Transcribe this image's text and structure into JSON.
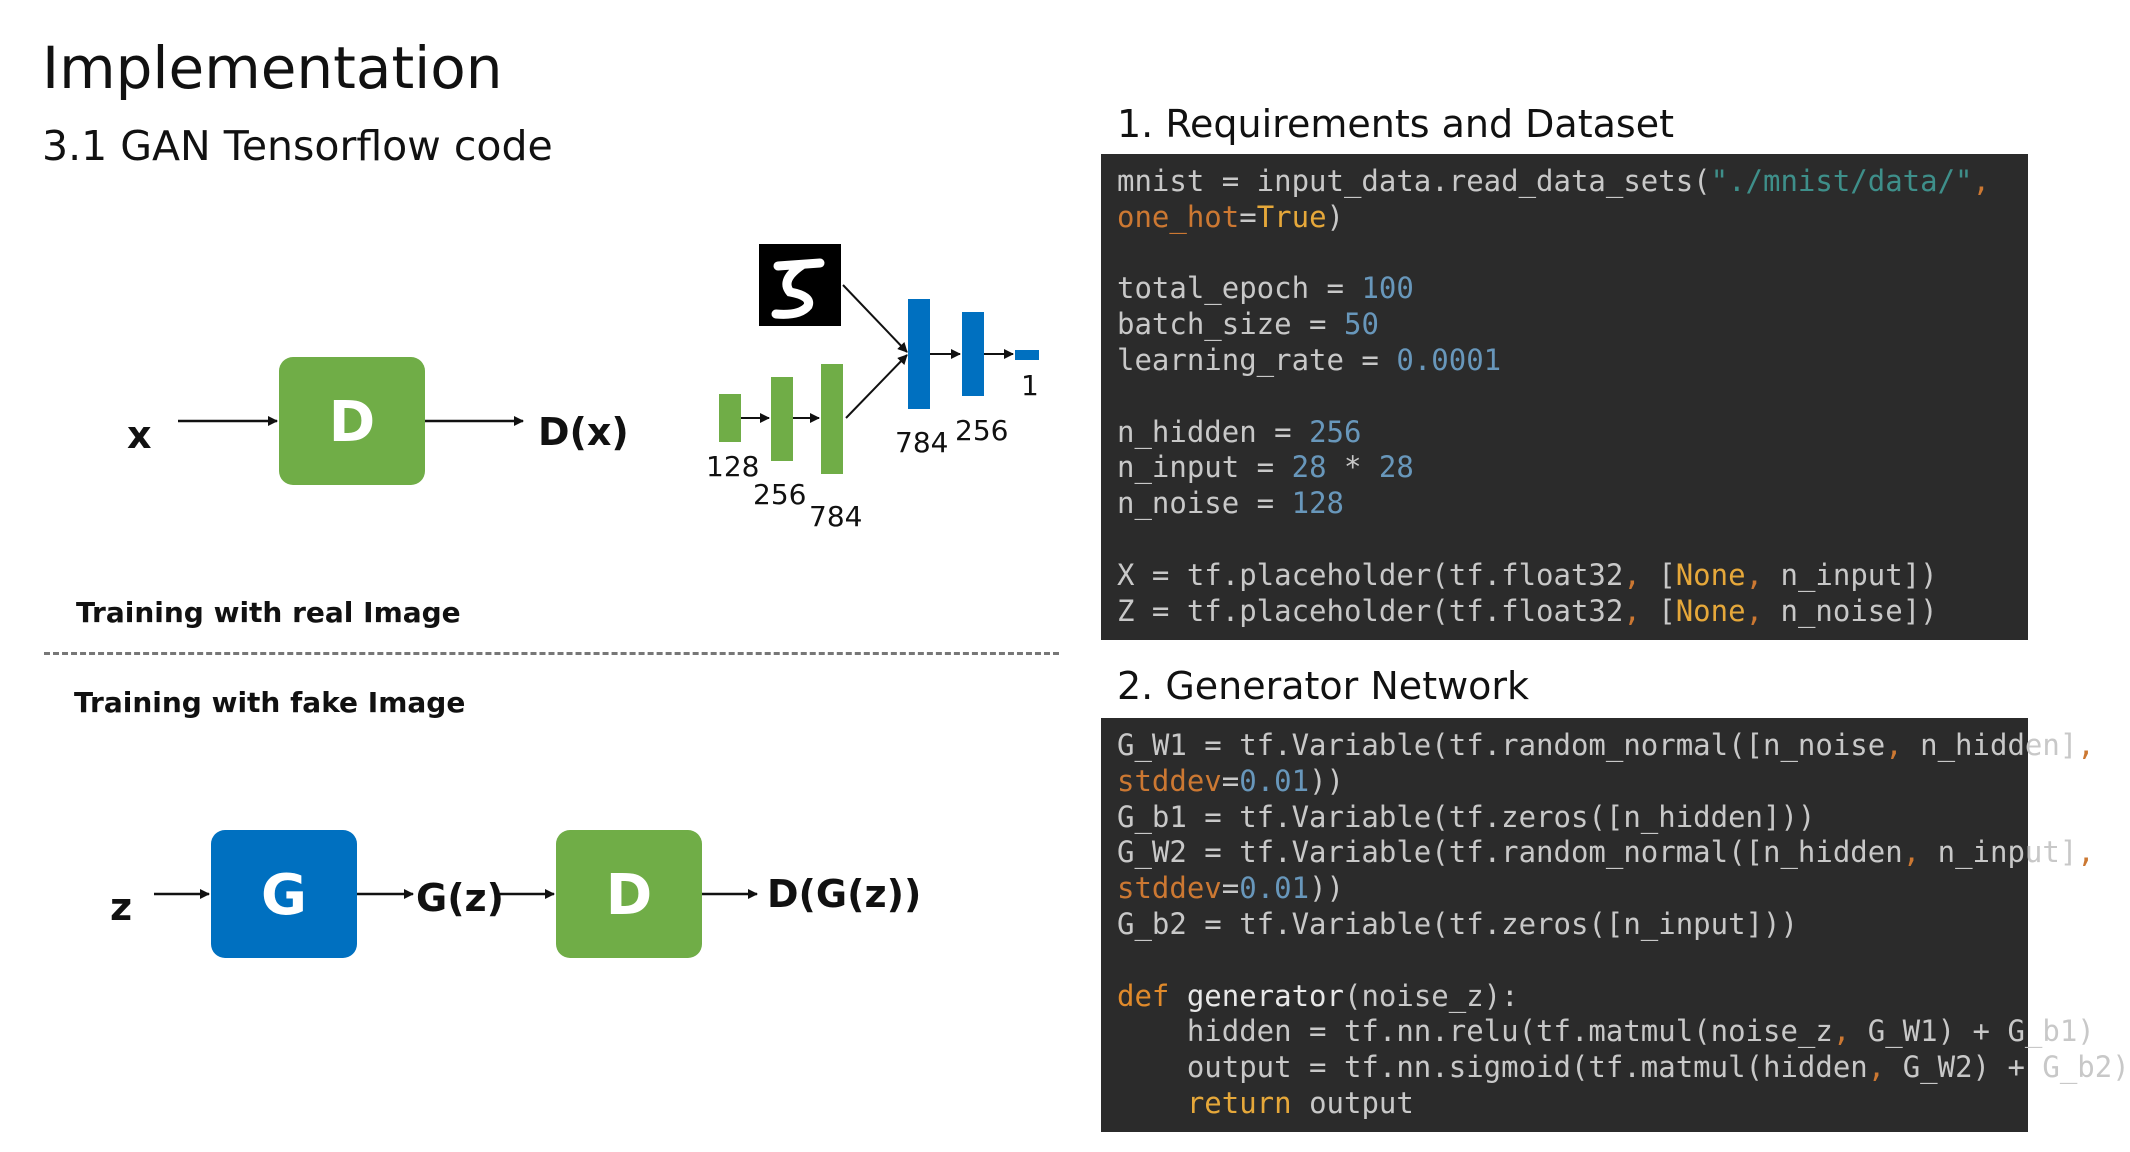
{
  "slide": {
    "title": "Implementation",
    "subtitle": "3.1 GAN Tensorflow code"
  },
  "diagram": {
    "real": {
      "input_label": "x",
      "block_label": "D",
      "output_label": "D(x)",
      "caption": "Training with real Image"
    },
    "fake": {
      "input_label": "z",
      "g_block_label": "G",
      "mid_label": "G(z)",
      "d_block_label": "D",
      "output_label": "D(G(z))",
      "caption": "Training with fake Image"
    },
    "network": {
      "gen_layer_labels": [
        "128",
        "256",
        "784"
      ],
      "disc_layer_labels": [
        "784",
        "256",
        "1"
      ]
    },
    "colors": {
      "green": "#70ad47",
      "blue": "#0070c0"
    }
  },
  "sections": {
    "requirements": {
      "title": "1. Requirements and Dataset",
      "lines": [
        [
          {
            "t": "mnist = input_data.read_data_sets(",
            "c": ""
          },
          {
            "t": "\"./mnist/data/\"",
            "c": "k-str"
          },
          {
            "t": ",",
            "c": "k-kw"
          }
        ],
        [
          {
            "t": "one_hot",
            "c": "k-kw"
          },
          {
            "t": "=",
            "c": ""
          },
          {
            "t": "True",
            "c": "k-orange"
          },
          {
            "t": ")",
            "c": ""
          }
        ],
        [],
        [
          {
            "t": "total_epoch = ",
            "c": ""
          },
          {
            "t": "100",
            "c": "k-num"
          }
        ],
        [
          {
            "t": "batch_size = ",
            "c": ""
          },
          {
            "t": "50",
            "c": "k-num"
          }
        ],
        [
          {
            "t": "learning_rate = ",
            "c": ""
          },
          {
            "t": "0.0001",
            "c": "k-num"
          }
        ],
        [],
        [
          {
            "t": "n_hidden = ",
            "c": ""
          },
          {
            "t": "256",
            "c": "k-num"
          }
        ],
        [
          {
            "t": "n_input = ",
            "c": ""
          },
          {
            "t": "28",
            "c": "k-num"
          },
          {
            "t": " * ",
            "c": ""
          },
          {
            "t": "28",
            "c": "k-num"
          }
        ],
        [
          {
            "t": "n_noise = ",
            "c": ""
          },
          {
            "t": "128",
            "c": "k-num"
          }
        ],
        [],
        [
          {
            "t": "X = tf.placeholder(tf.float32",
            "c": ""
          },
          {
            "t": ", ",
            "c": "k-kw"
          },
          {
            "t": "[",
            "c": ""
          },
          {
            "t": "None",
            "c": "k-orange"
          },
          {
            "t": ", ",
            "c": "k-kw"
          },
          {
            "t": "n_input])",
            "c": ""
          }
        ],
        [
          {
            "t": "Z = tf.placeholder(tf.float32",
            "c": ""
          },
          {
            "t": ", ",
            "c": "k-kw"
          },
          {
            "t": "[",
            "c": ""
          },
          {
            "t": "None",
            "c": "k-orange"
          },
          {
            "t": ", ",
            "c": "k-kw"
          },
          {
            "t": "n_noise])",
            "c": ""
          }
        ]
      ]
    },
    "generator": {
      "title": "2. Generator Network",
      "lines": [
        [
          {
            "t": "G_W1 = tf.Variable(tf.random_normal([n_noise",
            "c": ""
          },
          {
            "t": ", ",
            "c": "k-kw"
          },
          {
            "t": "n_hidden]",
            "c": ""
          },
          {
            "t": ",",
            "c": "k-kw"
          }
        ],
        [
          {
            "t": "stddev",
            "c": "k-kw"
          },
          {
            "t": "=",
            "c": ""
          },
          {
            "t": "0.01",
            "c": "k-num"
          },
          {
            "t": "))",
            "c": ""
          }
        ],
        [
          {
            "t": "G_b1 = tf.Variable(tf.zeros([n_hidden]))",
            "c": ""
          }
        ],
        [
          {
            "t": "G_W2 = tf.Variable(tf.random_normal([n_hidden",
            "c": ""
          },
          {
            "t": ", ",
            "c": "k-kw"
          },
          {
            "t": "n_input]",
            "c": ""
          },
          {
            "t": ",",
            "c": "k-kw"
          }
        ],
        [
          {
            "t": "stddev",
            "c": "k-kw"
          },
          {
            "t": "=",
            "c": ""
          },
          {
            "t": "0.01",
            "c": "k-num"
          },
          {
            "t": "))",
            "c": ""
          }
        ],
        [
          {
            "t": "G_b2 = tf.Variable(tf.zeros([n_input]))",
            "c": ""
          }
        ],
        [],
        [
          {
            "t": "def ",
            "c": "k-def"
          },
          {
            "t": "generator",
            "c": "k-fn"
          },
          {
            "t": "(noise_z):",
            "c": ""
          }
        ],
        [
          {
            "t": "    hidden = tf.nn.relu(tf.matmul(noise_z",
            "c": ""
          },
          {
            "t": ", ",
            "c": "k-kw"
          },
          {
            "t": "G_W1) + G_b1)",
            "c": ""
          }
        ],
        [
          {
            "t": "    output = tf.nn.sigmoid(tf.matmul(hidden",
            "c": ""
          },
          {
            "t": ", ",
            "c": "k-kw"
          },
          {
            "t": "G_W2) + G_b2)",
            "c": ""
          }
        ],
        [
          {
            "t": "    ",
            "c": ""
          },
          {
            "t": "return ",
            "c": "k-orange"
          },
          {
            "t": "output",
            "c": ""
          }
        ]
      ]
    }
  }
}
